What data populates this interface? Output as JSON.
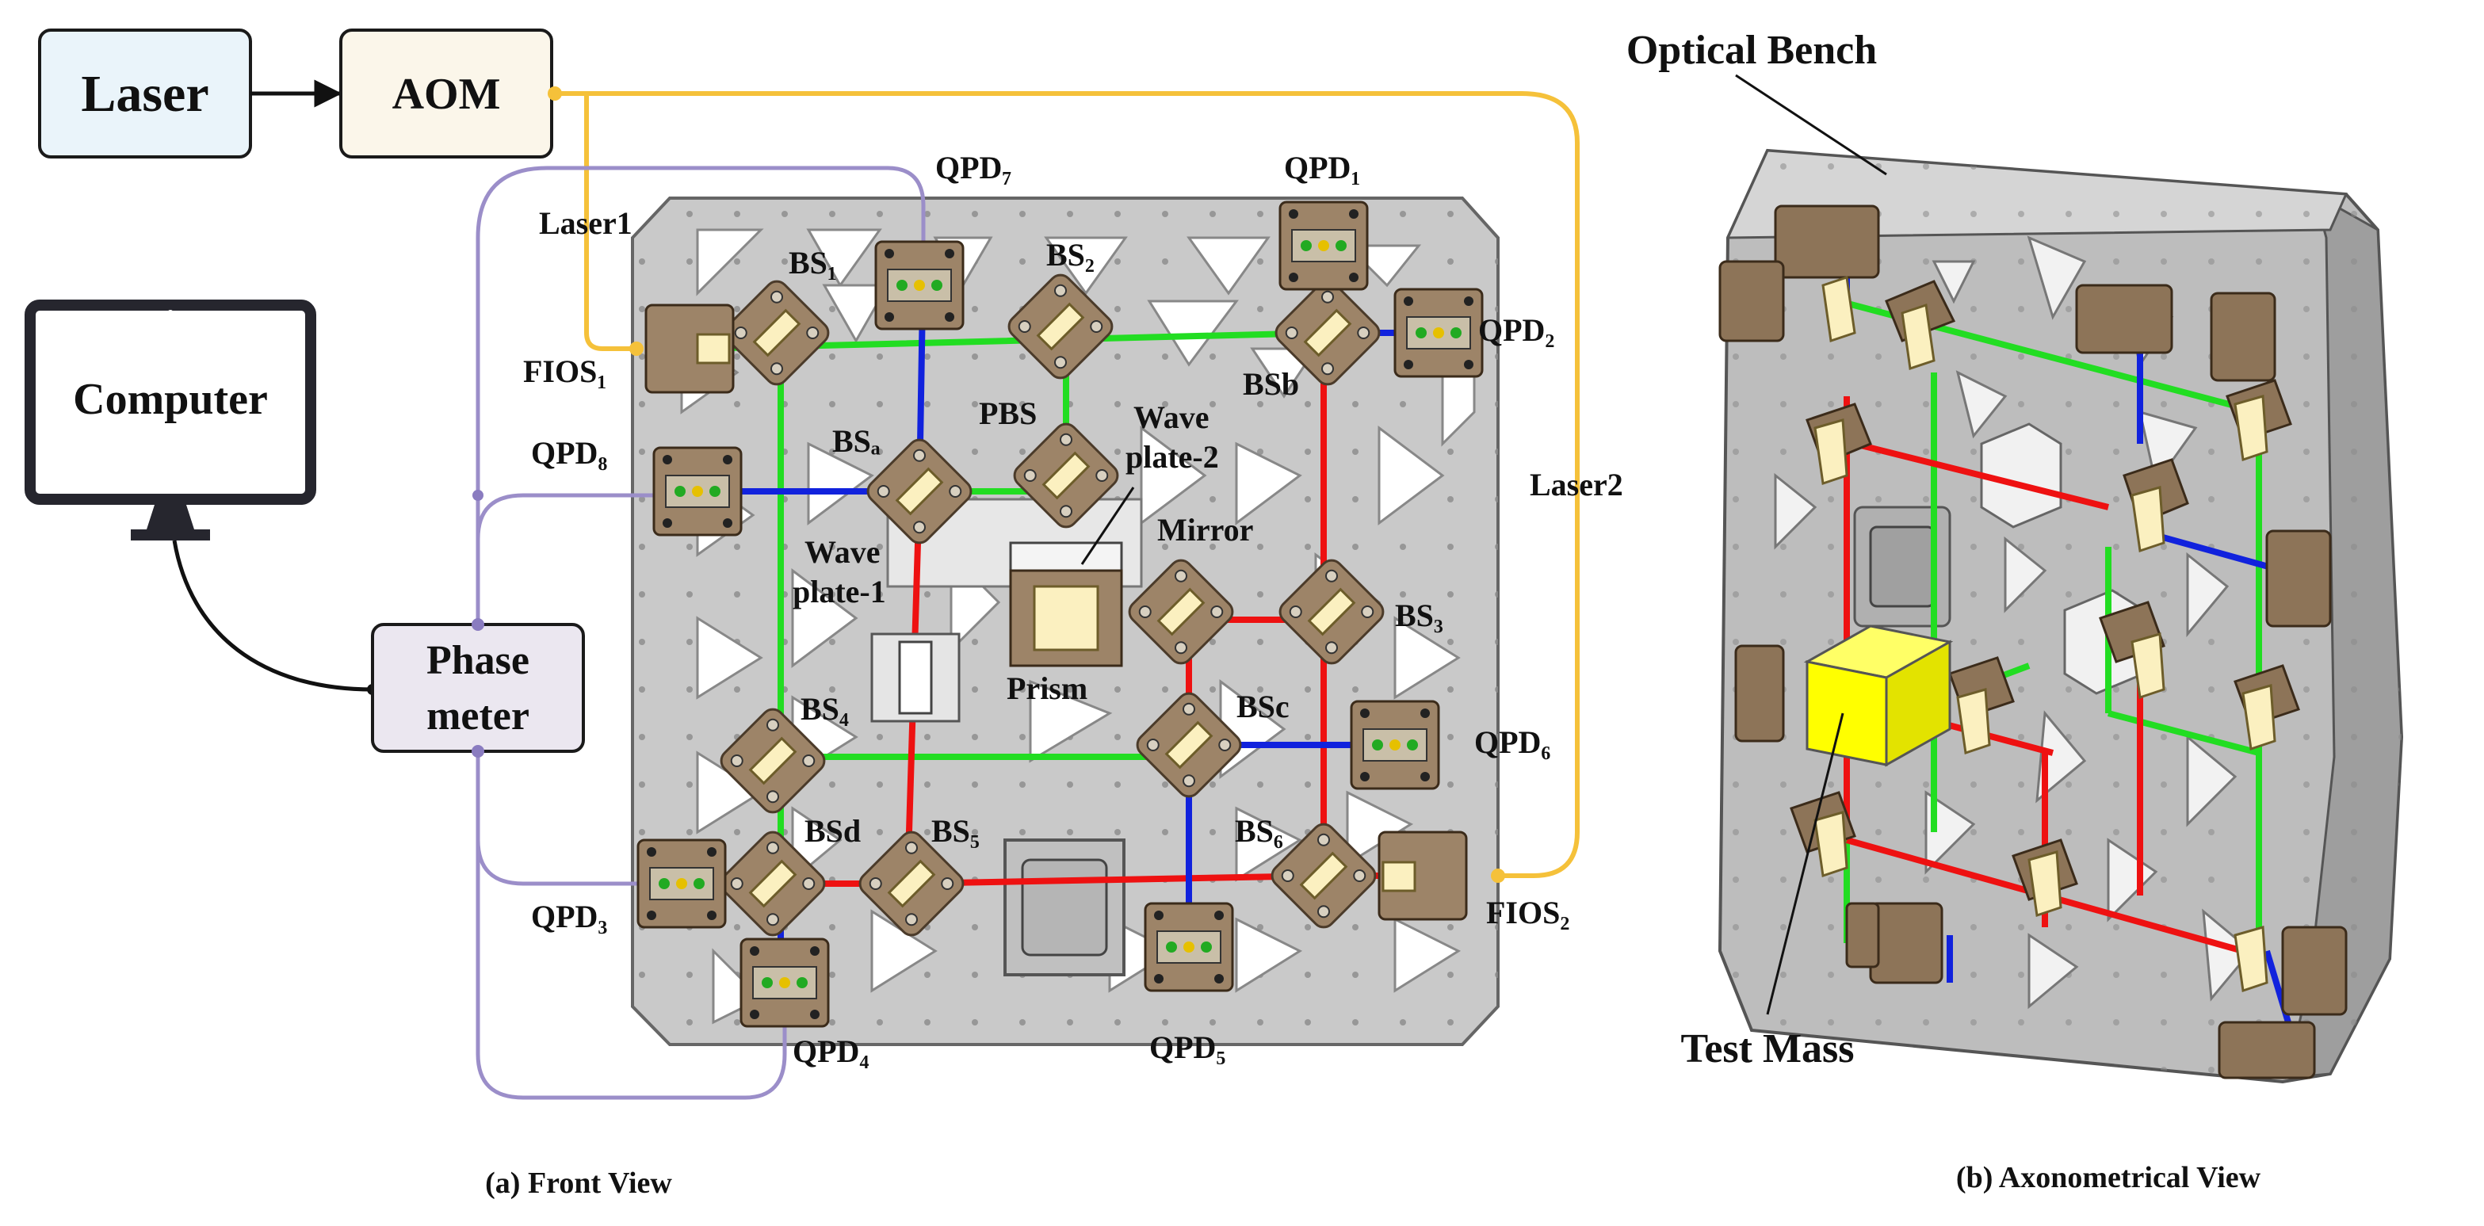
{
  "blocks": {
    "laser": "Laser",
    "aom": "AOM",
    "computer": "Computer",
    "phase_meter_line1": "Phase",
    "phase_meter_line2": "meter"
  },
  "fibers": {
    "laser1": "Laser1",
    "laser2": "Laser2"
  },
  "components": {
    "qpd1": "QPD₁",
    "qpd2": "QPD₂",
    "qpd3": "QPD₃",
    "qpd4": "QPD₄",
    "qpd5": "QPD₅",
    "qpd6": "QPD₆",
    "qpd7": "QPD₇",
    "qpd8": "QPD₈",
    "bs1": "BS₁",
    "bs2": "BS₂",
    "bs4": "BS₄",
    "bs5": "BS₅",
    "bs6": "BS₆",
    "bs3": "BS₃",
    "bsa": "BSₐ",
    "bsb": "BSb",
    "bsc": "BSc",
    "bsd": "BSd",
    "pbs": "PBS",
    "fios1": "FIOS₁",
    "fios2": "FIOS₂",
    "waveplate1_line1": "Wave",
    "waveplate1_line2": "plate-1",
    "waveplate2_line1": "Wave",
    "waveplate2_line2": "plate-2",
    "mirror": "Mirror",
    "prism": "Prism"
  },
  "axo_labels": {
    "optical_bench": "Optical Bench",
    "test_mass": "Test Mass"
  },
  "captions": {
    "front": "(a) Front View",
    "axo": "(b) Axonometrical View"
  },
  "colors": {
    "beam_green": "#22dd22",
    "beam_red": "#ee1111",
    "beam_blue": "#1122dd",
    "fiber": "#f5c13a",
    "signal": "#9b8ec9",
    "bench": "#c9c9c9",
    "mount": "#9d8468",
    "test_mass": "#ffff00"
  }
}
